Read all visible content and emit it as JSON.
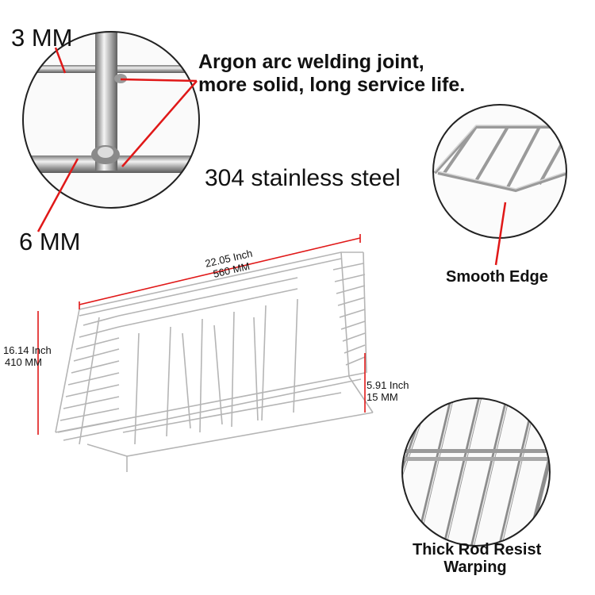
{
  "labels": {
    "thin_rod": "3 MM",
    "thick_rod": "6 MM",
    "welding_line1": "Argon arc welding joint,",
    "welding_line2": "more solid, long service life.",
    "material": "304  stainless steel",
    "smooth_edge": "Smooth Edge",
    "warp_line1": "Thick Rod Resist",
    "warp_line2": "Warping"
  },
  "dimensions": {
    "length_inch": "22.05 Inch",
    "length_mm": "560 MM",
    "width_inch": "16.14 Inch",
    "width_mm": "410 MM",
    "height_inch": "5.91  Inch",
    "height_mm": "15 MM"
  },
  "colors": {
    "callout_line": "#e01818",
    "steel": "#b8b8b8",
    "text": "#111111"
  }
}
